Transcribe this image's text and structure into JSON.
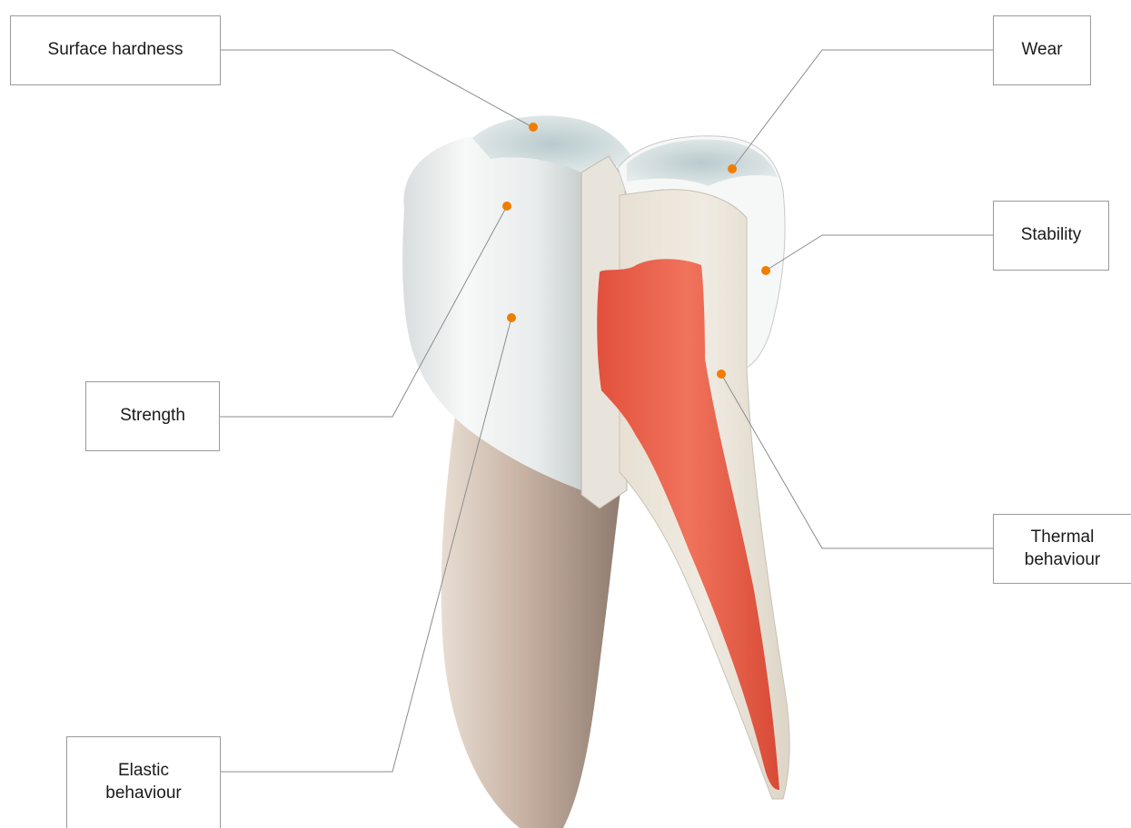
{
  "diagram": {
    "colors": {
      "background": "#ffffff",
      "leader_line": "#8c8c8c",
      "marker": "#f07d00",
      "box_border": "#9a9a9a",
      "pulp": "#e8604a",
      "dentin": "#ece6da",
      "enamel": "#f4f6f6",
      "root": "#c9b6a8"
    },
    "labels": {
      "surface_hardness": "Surface hardness",
      "wear": "Wear",
      "stability": "Stability",
      "strength": "Strength",
      "thermal_behaviour": "Thermal\nbehaviour",
      "elastic_behaviour": "Elastic\nbehaviour"
    }
  }
}
